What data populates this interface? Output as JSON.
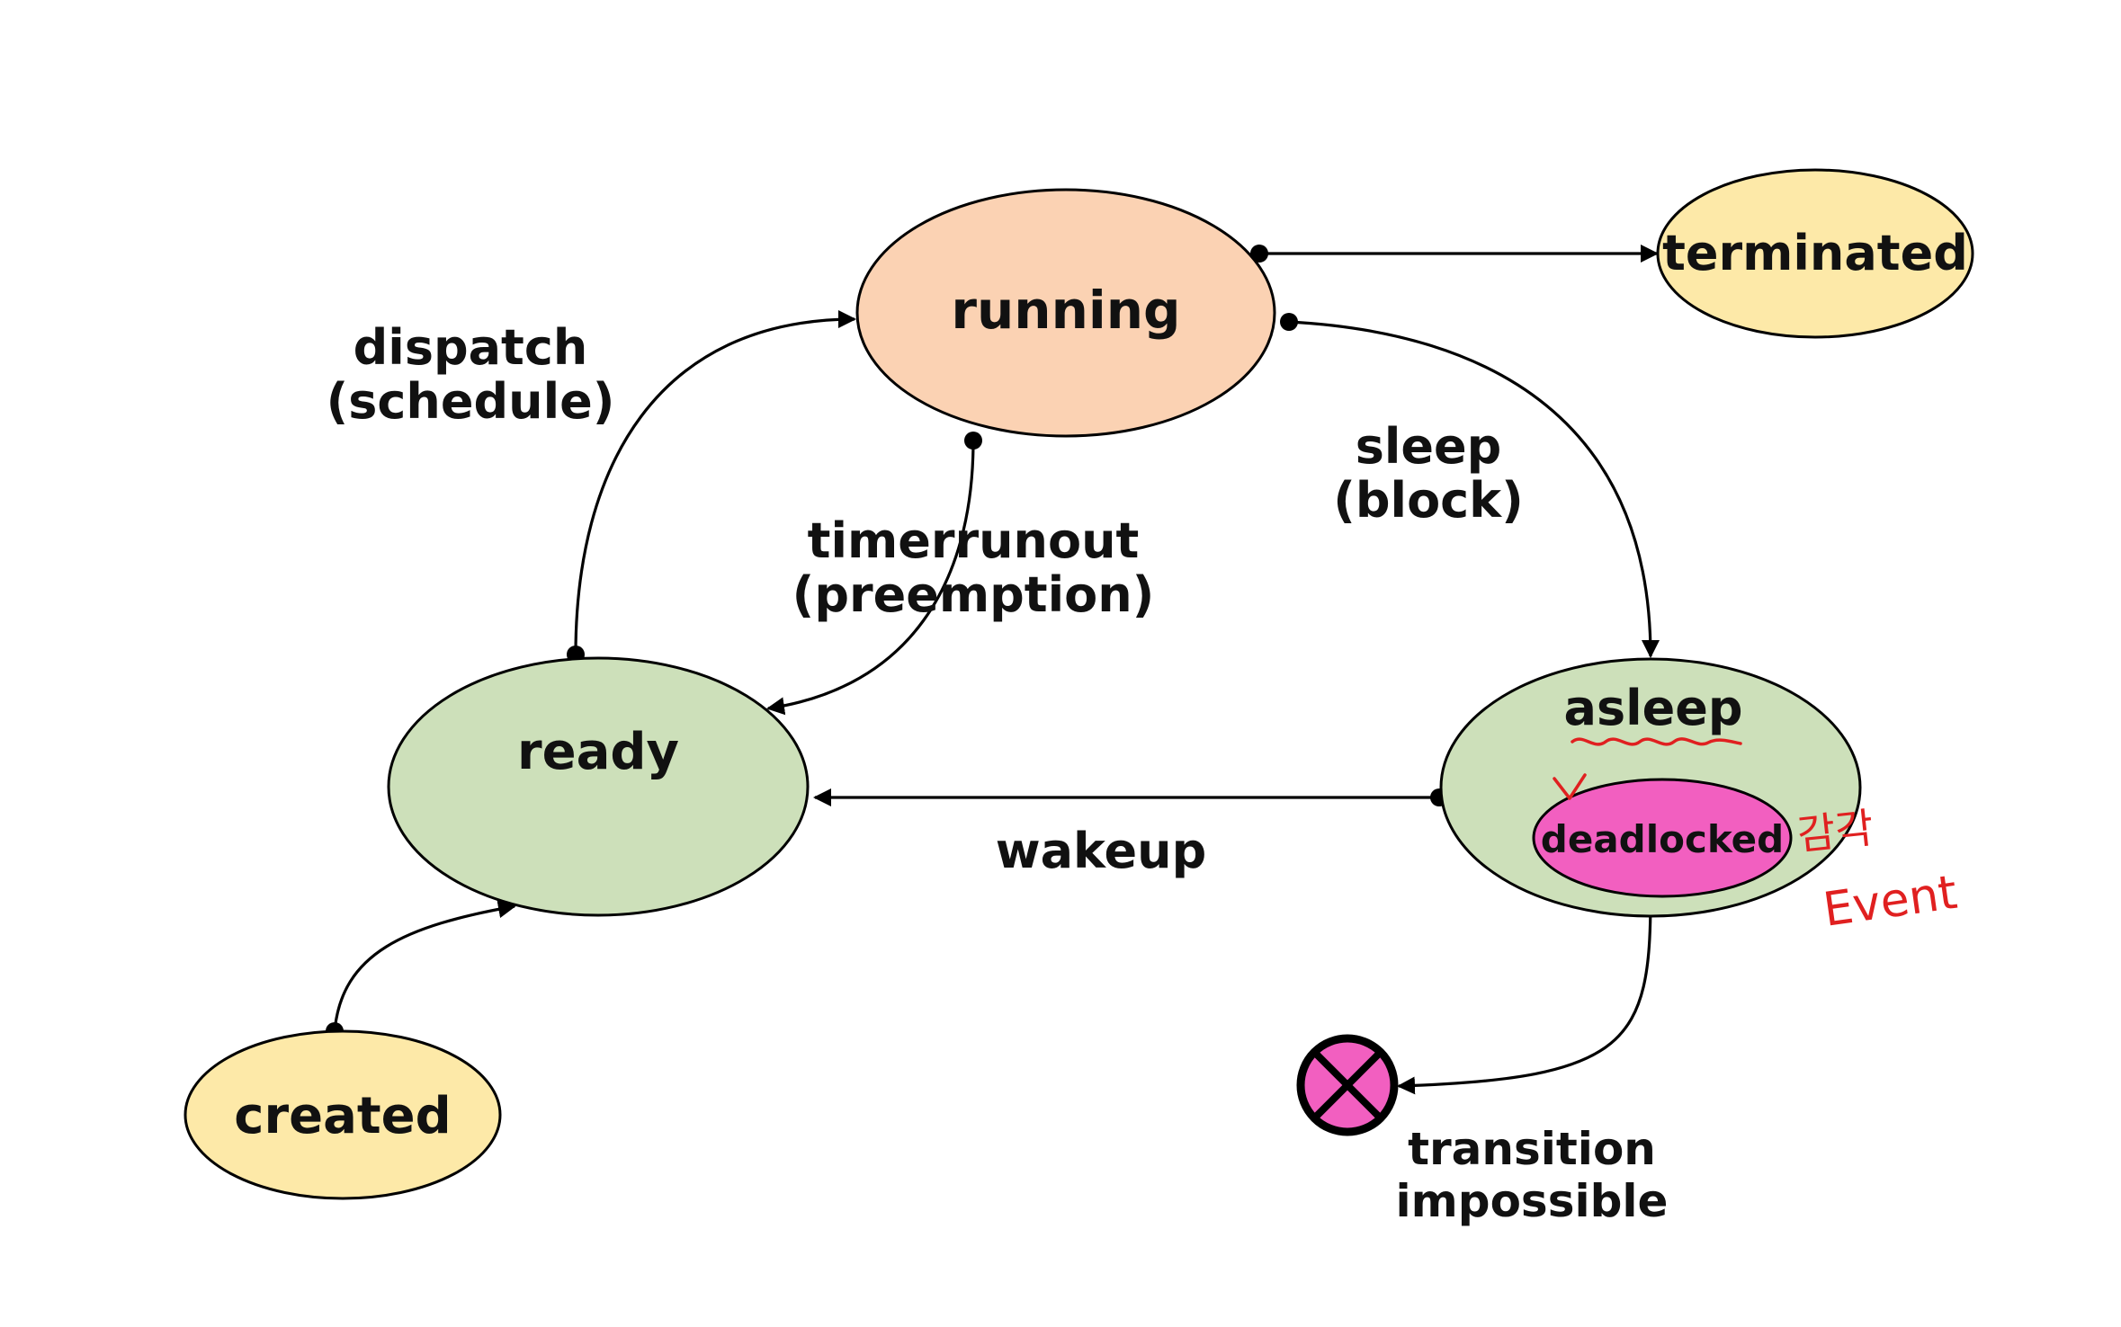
{
  "colors": {
    "ellipse_yellow": "#fde9a8",
    "ellipse_peach": "#fbd2b3",
    "ellipse_green": "#cde0ba",
    "ellipse_pink": "#f25fc0",
    "annotation_red": "#e02020"
  },
  "states": {
    "running": "running",
    "terminated": "terminated",
    "ready": "ready",
    "asleep": "asleep",
    "deadlocked": "deadlocked",
    "created": "created"
  },
  "transitions": {
    "dispatch": [
      "dispatch",
      "(schedule)"
    ],
    "timer": [
      "timerrunout",
      "(preemption)"
    ],
    "sleep": [
      "sleep",
      "(block)"
    ],
    "wakeup": "wakeup",
    "impossible": [
      "transition",
      "impossible"
    ]
  },
  "annotations": {
    "korean": "감각",
    "event": "Event"
  },
  "icons": {
    "impossible_marker": "x-circle-icon"
  }
}
